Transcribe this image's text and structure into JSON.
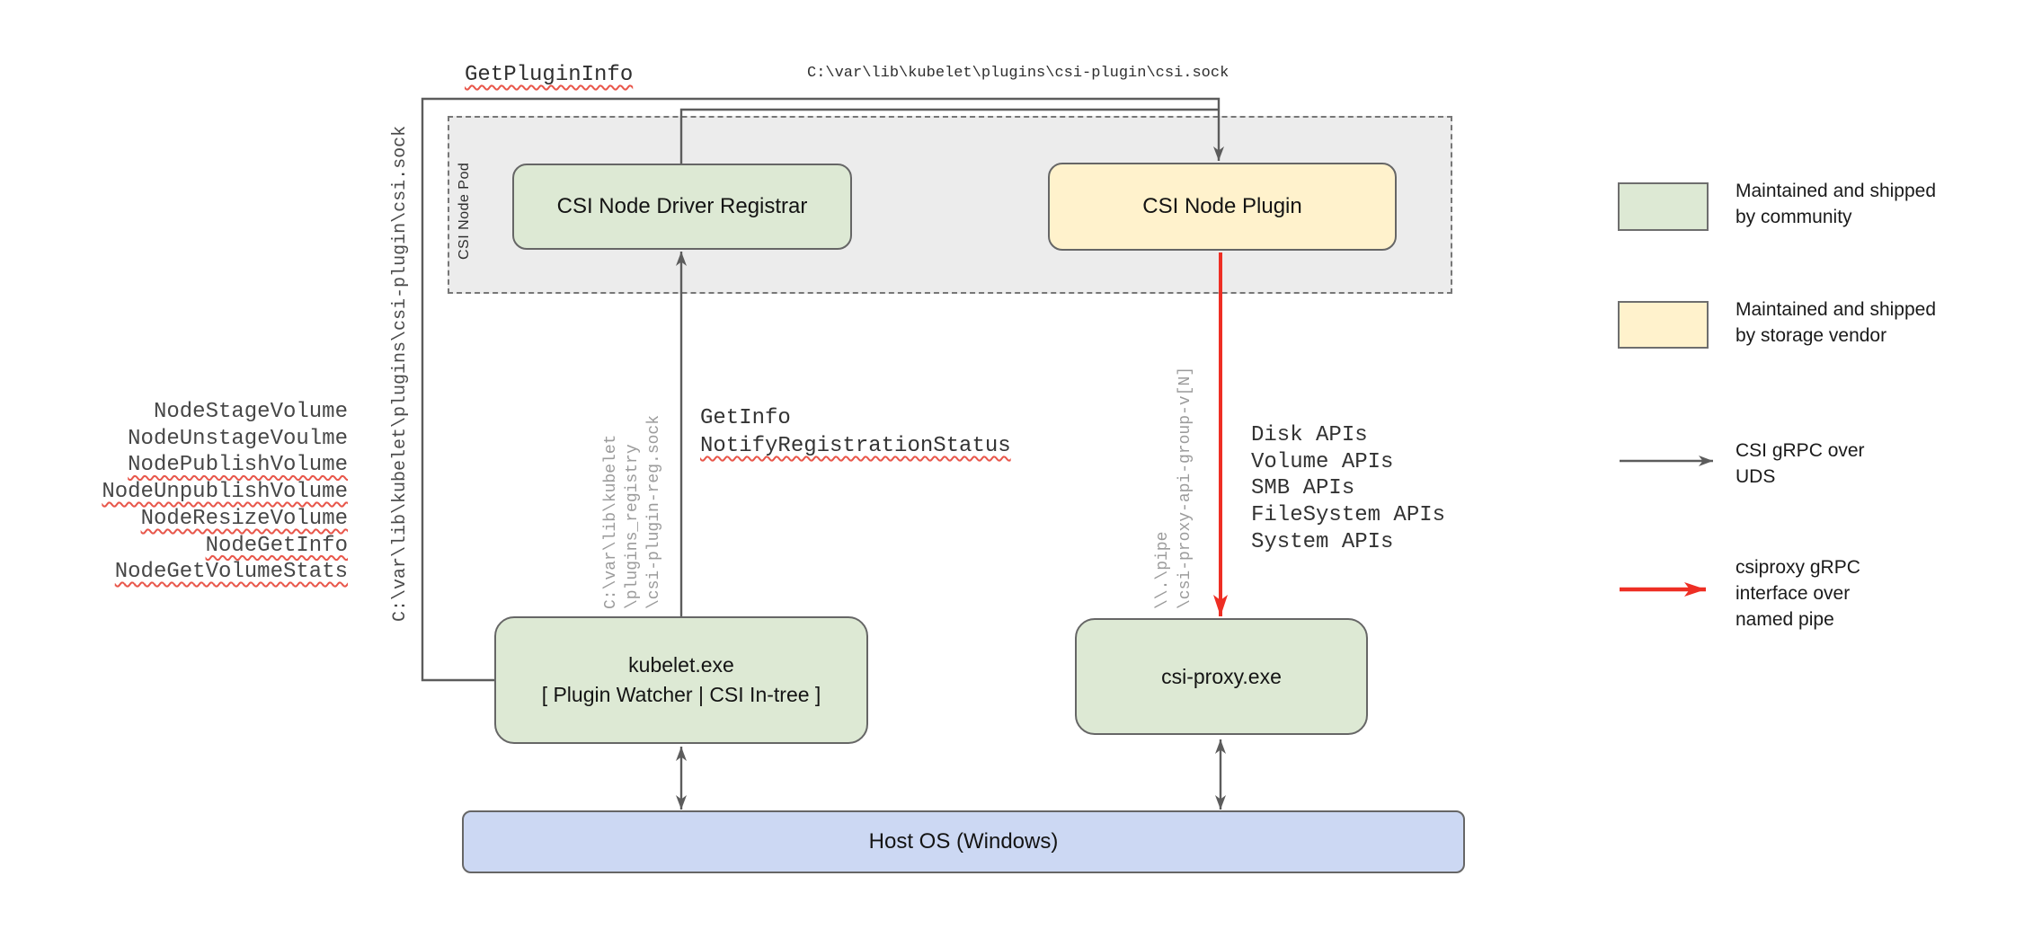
{
  "pod": {
    "label": "CSI Node Pod"
  },
  "boxes": {
    "registrar": {
      "label": "CSI Node Driver Registrar"
    },
    "plugin": {
      "label": "CSI Node Plugin"
    },
    "kubelet": {
      "line1": "kubelet.exe",
      "line2": "[ Plugin Watcher | CSI In-tree ]"
    },
    "csi_proxy": {
      "label": "csi-proxy.exe"
    },
    "host_os": {
      "label": "Host OS (Windows)"
    }
  },
  "labels": {
    "get_plugin_info": "GetPluginInfo",
    "csi_sock_top": "C:\\var\\lib\\kubelet\\plugins\\csi-plugin\\csi.sock",
    "csi_sock_left": "C:\\var\\lib\\kubelet\\plugins\\csi-plugin\\csi.sock",
    "get_info": "GetInfo",
    "notify_registration_status": "NotifyRegistrationStatus",
    "registry_sock_lines": [
      "C:\\var\\lib\\kubelet",
      "\\plugins_registry",
      "\\csi-plugin-reg.sock"
    ],
    "named_pipe_lines": [
      "\\\\.\\pipe",
      "\\csi-proxy-api-group-v[N]"
    ],
    "node_rpcs": [
      "NodeStageVolume",
      "NodeUnstageVoulme",
      "NodePublishVolume",
      "NodeUnpublishVolume",
      "NodeResizeVolume",
      "NodeGetInfo",
      "NodeGetVolumeStats"
    ],
    "api_groups": [
      "Disk APIs",
      "Volume APIs",
      "SMB APIs",
      "FileSystem APIs",
      "System APIs"
    ]
  },
  "legend": {
    "community": "Maintained and shipped\nby community",
    "vendor": "Maintained and shipped\nby storage vendor",
    "uds": "CSI gRPC over\nUDS",
    "pipe": "csiproxy gRPC\ninterface over\nnamed pipe"
  },
  "colors": {
    "community_green": "#dde9d4",
    "vendor_yellow": "#fff2cc",
    "host_blue": "#ccd8f3",
    "pod_fill_gray": "#ececec",
    "uds_line_gray": "#5c5c5c",
    "pipe_line_red": "#ee2e24",
    "spellcheck_squiggle_red": "#e8564a"
  }
}
